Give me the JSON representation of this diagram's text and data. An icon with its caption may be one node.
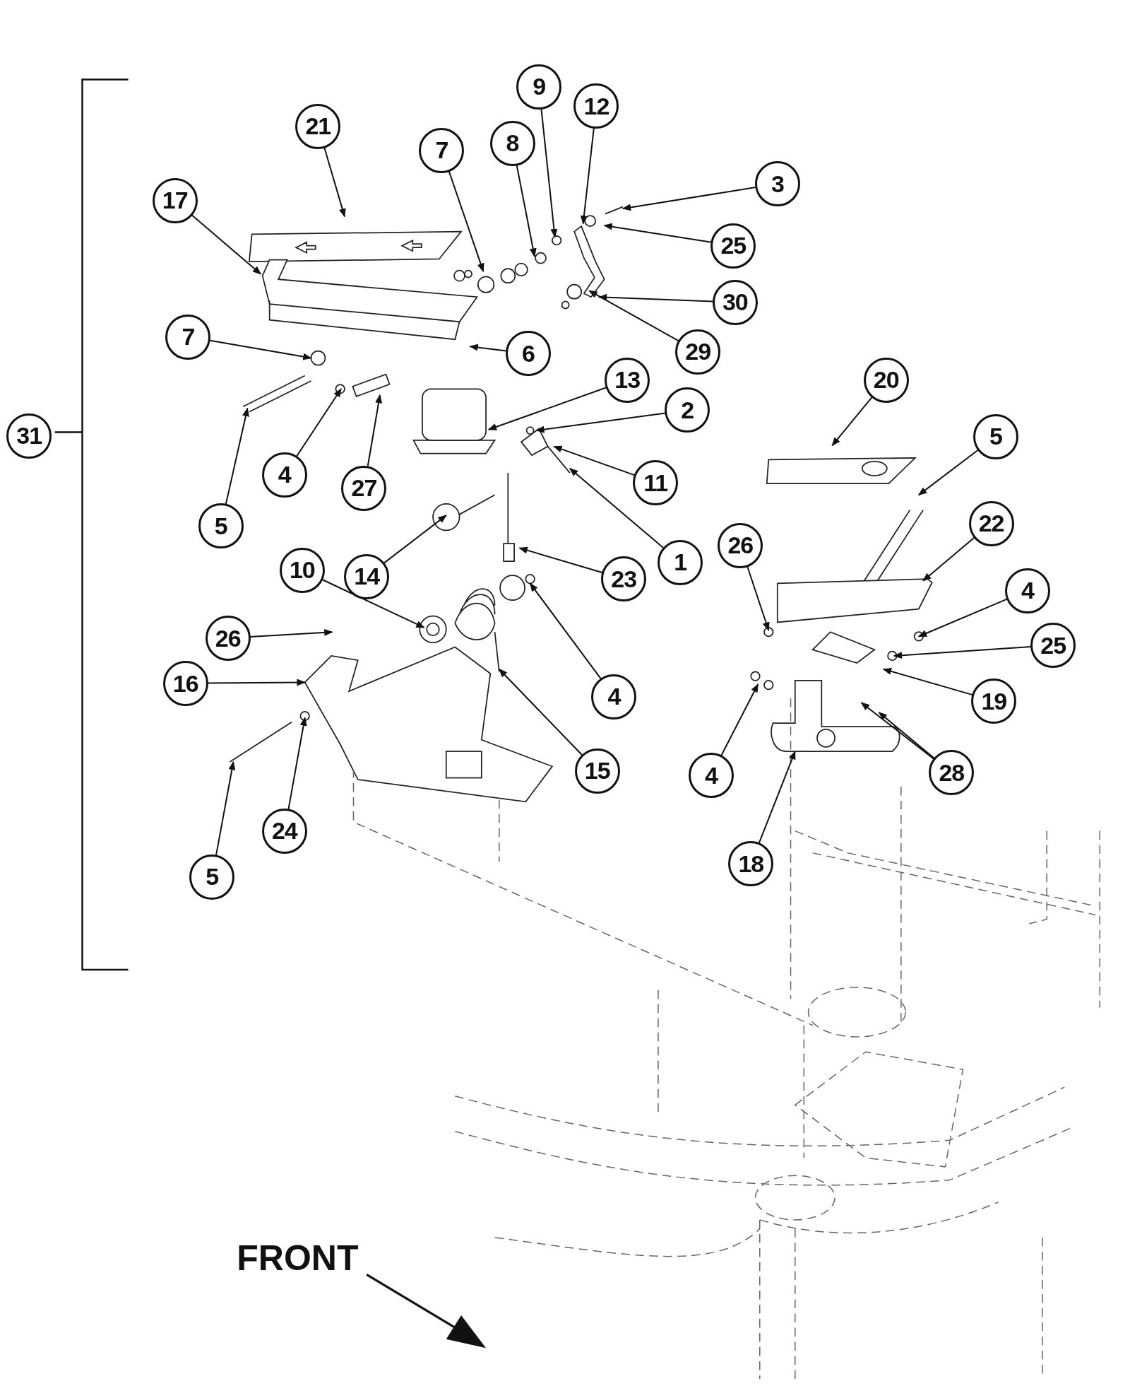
{
  "diagram": {
    "nodes": [
      {
        "text": [
          "21"
        ]
      },
      {
        "text": [
          "17"
        ]
      },
      {
        "text": [
          "7"
        ]
      },
      {
        "text": [
          "8"
        ]
      },
      {
        "text": [
          "9"
        ]
      },
      {
        "text": [
          "12"
        ]
      },
      {
        "text": [
          "3"
        ]
      },
      {
        "text": [
          "25"
        ]
      },
      {
        "text": [
          "30"
        ]
      },
      {
        "text": [
          "29"
        ]
      },
      {
        "text": [
          "6"
        ]
      },
      {
        "text": [
          "7"
        ]
      },
      {
        "text": [
          "13"
        ]
      },
      {
        "text": [
          "2"
        ]
      },
      {
        "text": [
          "5"
        ]
      },
      {
        "text": [
          "4"
        ]
      },
      {
        "text": [
          "27"
        ]
      },
      {
        "text": [
          "11"
        ]
      },
      {
        "text": [
          "20"
        ]
      },
      {
        "text": [
          "5"
        ]
      },
      {
        "text": [
          "22"
        ]
      },
      {
        "text": [
          "14"
        ]
      },
      {
        "text": [
          "1"
        ]
      },
      {
        "text": [
          "23"
        ]
      },
      {
        "text": [
          "26"
        ]
      },
      {
        "text": [
          "4"
        ]
      },
      {
        "text": [
          "10"
        ]
      },
      {
        "text": [
          "4"
        ]
      },
      {
        "text": [
          "25"
        ]
      },
      {
        "text": [
          "26"
        ]
      },
      {
        "text": [
          "16"
        ]
      },
      {
        "text": [
          "19"
        ]
      },
      {
        "text": [
          "15"
        ]
      },
      {
        "text": [
          "4"
        ]
      },
      {
        "text": [
          "28"
        ]
      },
      {
        "text": [
          "5"
        ]
      },
      {
        "text": [
          "24"
        ]
      },
      {
        "text": [
          "18"
        ]
      },
      {
        "text": [
          "31"
        ]
      }
    ],
    "edges": [
      {
        "from": 0,
        "to": null,
        "arrow": "to"
      },
      {
        "from": 1,
        "to": null,
        "arrow": "to"
      },
      {
        "from": 2,
        "to": null,
        "arrow": "to"
      },
      {
        "from": 3,
        "to": null,
        "arrow": "to"
      },
      {
        "from": 4,
        "to": null,
        "arrow": "to"
      },
      {
        "from": 5,
        "to": null,
        "arrow": "to"
      },
      {
        "from": 6,
        "to": null,
        "arrow": "to"
      },
      {
        "from": 7,
        "to": null,
        "arrow": "to"
      },
      {
        "from": 8,
        "to": null,
        "arrow": "to"
      },
      {
        "from": 9,
        "to": null,
        "arrow": "to"
      },
      {
        "from": 10,
        "to": null,
        "arrow": "to"
      },
      {
        "from": 11,
        "to": null,
        "arrow": "to"
      },
      {
        "from": 12,
        "to": null,
        "arrow": "to"
      },
      {
        "from": 13,
        "to": null,
        "arrow": "to"
      },
      {
        "from": 14,
        "to": null,
        "arrow": "to"
      },
      {
        "from": 15,
        "to": null,
        "arrow": "to"
      },
      {
        "from": 16,
        "to": null,
        "arrow": "to"
      },
      {
        "from": 17,
        "to": null,
        "arrow": "to"
      },
      {
        "from": 18,
        "to": null,
        "arrow": "to"
      },
      {
        "from": 19,
        "to": null,
        "arrow": "to"
      },
      {
        "from": 20,
        "to": null,
        "arrow": "to"
      },
      {
        "from": 21,
        "to": null,
        "arrow": "to"
      },
      {
        "from": 22,
        "to": null,
        "arrow": "to"
      },
      {
        "from": 23,
        "to": null,
        "arrow": "to"
      },
      {
        "from": 24,
        "to": null,
        "arrow": "to"
      },
      {
        "from": 25,
        "to": null,
        "arrow": "to"
      },
      {
        "from": 26,
        "to": null,
        "arrow": "to"
      },
      {
        "from": 27,
        "to": null,
        "arrow": "to"
      },
      {
        "from": 28,
        "to": null,
        "arrow": "to"
      },
      {
        "from": 29,
        "to": null,
        "arrow": "to"
      },
      {
        "from": 30,
        "to": null,
        "arrow": "to"
      },
      {
        "from": 31,
        "to": null,
        "arrow": "to"
      },
      {
        "from": 32,
        "to": null,
        "arrow": "to"
      },
      {
        "from": 33,
        "to": null,
        "arrow": "to"
      },
      {
        "from": 34,
        "to": null,
        "arrow": "to"
      },
      {
        "from": 34,
        "to": null,
        "arrow": "to"
      },
      {
        "from": 35,
        "to": null,
        "arrow": "to"
      },
      {
        "from": 36,
        "to": null,
        "arrow": "to"
      },
      {
        "from": 37,
        "to": null,
        "arrow": "to"
      }
    ],
    "labels": [
      "FRONT"
    ]
  }
}
